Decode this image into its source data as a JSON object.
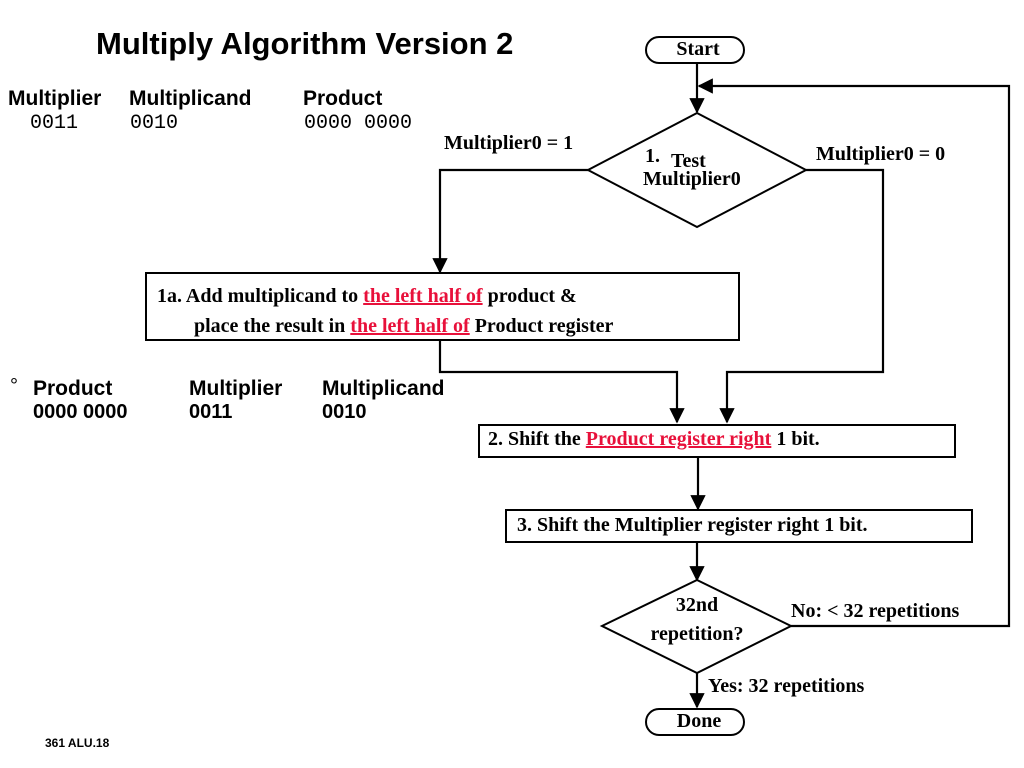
{
  "slide": {
    "title": "Multiply Algorithm Version 2",
    "footer": "361 ALU.18"
  },
  "top_table": {
    "headers": [
      "Multiplier",
      "Multiplicand",
      "Product"
    ],
    "values": [
      "0011",
      "0010",
      "0000 0000"
    ]
  },
  "bullet_table": {
    "bullet": "°",
    "headers": [
      "Product",
      "Multiplier",
      "Multiplicand"
    ],
    "values": [
      "0000 0000",
      "0011",
      "0010"
    ]
  },
  "flow": {
    "start": "Start",
    "done": "Done",
    "test_num": "1.",
    "test_word": "Test",
    "test_reg": "Multiplier0",
    "branch_left": "Multiplier0 = 1",
    "branch_right": "Multiplier0 = 0",
    "step1a": {
      "line1_prefix": "1a. Add multiplicand to",
      "line1_highlight": "the left half of",
      "line1_suffix": "product &",
      "line2_prefix": "place the result in",
      "line2_highlight": "the left half of",
      "line2_suffix": "Product register"
    },
    "step2": {
      "prefix": "2. Shift the",
      "highlight": "Product register right",
      "suffix": "1 bit."
    },
    "step3": "3. Shift the Multiplier register right 1 bit.",
    "repeat_line1": "32nd",
    "repeat_line2": "repetition?",
    "no_label": "No: < 32 repetitions",
    "yes_label": "Yes: 32 repetitions"
  },
  "colors": {
    "highlight": "#e8103a",
    "ink": "#000000"
  }
}
